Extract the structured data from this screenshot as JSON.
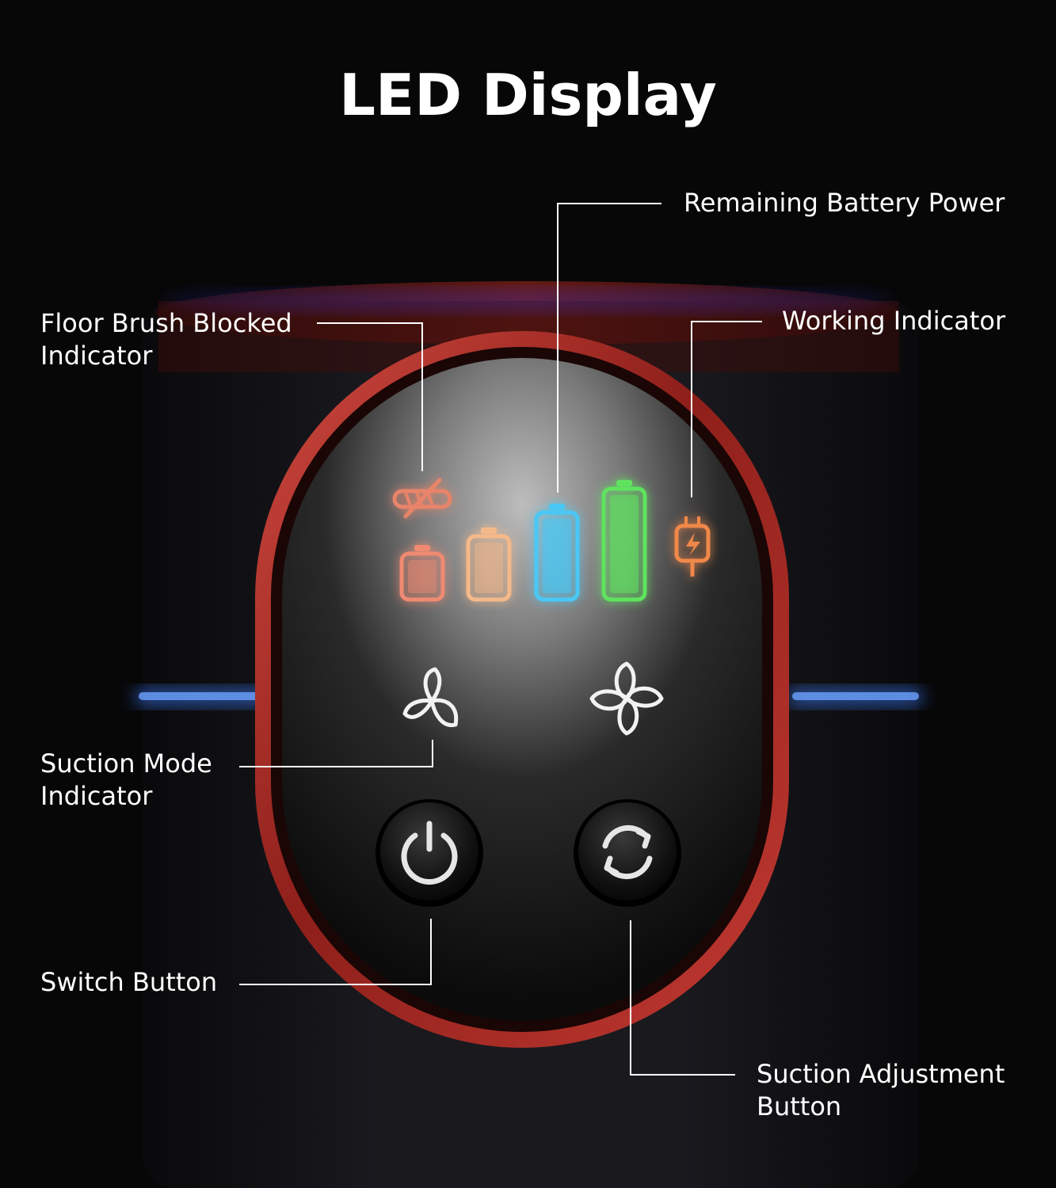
{
  "title": "LED Display",
  "callouts": {
    "battery": {
      "lines": [
        "Remaining Battery Power"
      ]
    },
    "floor_brush": {
      "lines": [
        "Floor Brush Blocked",
        "Indicator"
      ]
    },
    "working": {
      "lines": [
        "Working Indicator"
      ]
    },
    "suction_mode": {
      "lines": [
        "Suction Mode",
        "Indicator"
      ]
    },
    "switch_button": {
      "lines": [
        "Switch Button"
      ]
    },
    "suction_adjust": {
      "lines": [
        "Suction Adjustment",
        "Button"
      ]
    }
  },
  "colors": {
    "background": "#070708",
    "bezel_red": "#b8332c",
    "battery_1": "#f08a72",
    "battery_2": "#f4b98a",
    "battery_3": "#49c8f5",
    "battery_4": "#5fe35f",
    "working_icon": "#f0884a",
    "blocked_icon": "#e8846a",
    "accent_blue": "#3c7cff",
    "leader_line": "#ffffff"
  },
  "icons": {
    "blocked": "floor-brush-blocked-icon",
    "working": "plug-bolt-icon",
    "fan_low": "fan-3-blade-icon",
    "fan_high": "fan-4-blade-icon",
    "power": "power-icon",
    "cycle": "refresh-cycle-icon"
  }
}
